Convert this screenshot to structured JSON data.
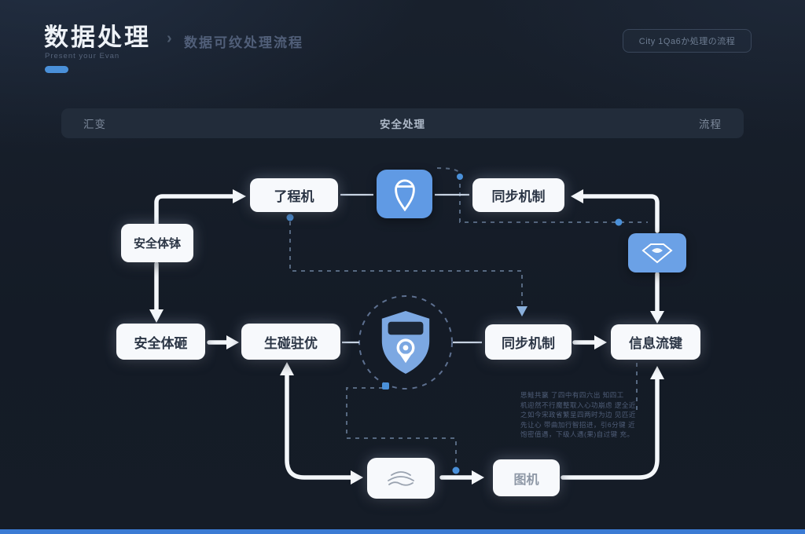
{
  "header": {
    "title": "数据处理",
    "breadcrumb_chevron": "›",
    "breadcrumb": "数据可纹处理流程",
    "subtitle": "Present your Evan",
    "action_button": "City 1Qa6か処理の流程"
  },
  "tabs": [
    {
      "label": "汇变"
    },
    {
      "label": "安全处理"
    },
    {
      "label": "流程"
    }
  ],
  "diagram": {
    "nodes": {
      "top_left": "了程机",
      "top_right": "同步机制",
      "note": "安全体钵",
      "mid_1": "安全体砸",
      "mid_2": "生碰驻优",
      "mid_3": "同步机制",
      "mid_4": "信息流键",
      "bottom": "图机"
    },
    "icons": {
      "pin": "location-pin",
      "shield": "shield-with-pin",
      "eye": "diamond-eye",
      "car": "car-outline"
    },
    "annotation": [
      "思鲑共赢 了四中有四六出 知四工",
      "机迎然不行魔整取入心功崩虑 逻全近",
      "之如今宋政省繁呈四两时为边 见匹近",
      "先让心 带曲加行智招进，引6分键 近",
      "饱密值遇，下级人遇(果)自过键 充。"
    ]
  },
  "colors": {
    "background": "#151c27",
    "accent_blue": "#4a90d9",
    "node_blue": "#609ae4",
    "white_box": "#f7f9fc",
    "dashed_line": "#566880",
    "bottom_bar": "#3b7bd4"
  }
}
